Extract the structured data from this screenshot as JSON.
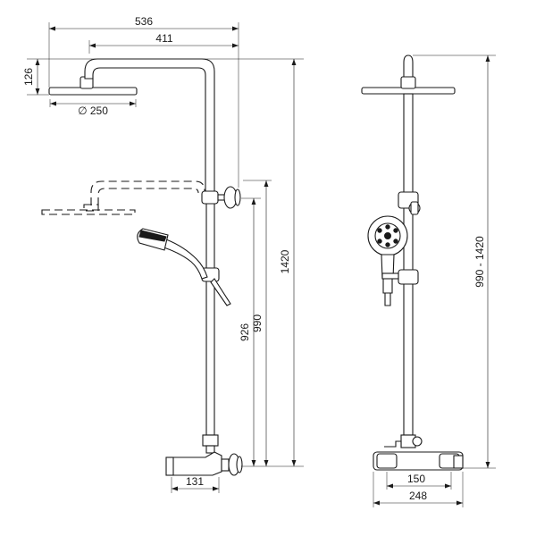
{
  "drawing": {
    "colors": {
      "line": "#1a1a1a",
      "background": "#ffffff"
    },
    "dimensions": {
      "overall_width": "536",
      "arm_reach": "411",
      "head_height": "126",
      "head_diameter": "∅ 250",
      "total_height": "1420",
      "bar_height": "990",
      "holder_height": "926",
      "mixer_depth": "131",
      "side_height_range": "990 - 1420",
      "inlet_centers": "150",
      "mixer_width": "248"
    }
  }
}
